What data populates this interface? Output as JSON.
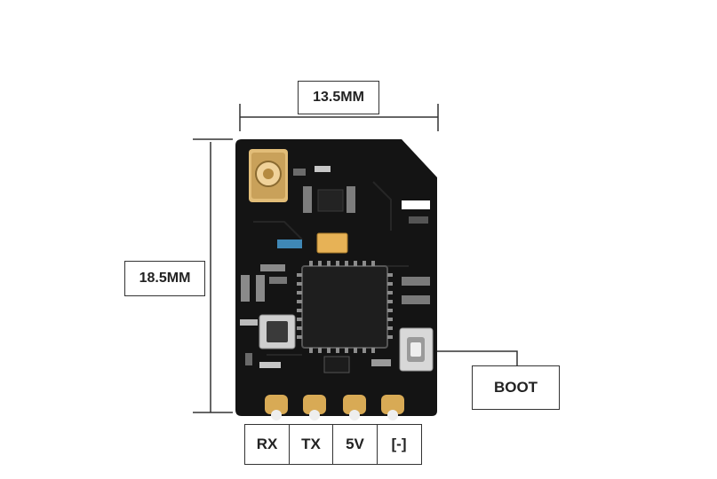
{
  "dimensions": {
    "width_label": "13.5MM",
    "height_label": "18.5MM"
  },
  "callout": {
    "boot_label": "BOOT"
  },
  "pins": [
    "RX",
    "TX",
    "5V",
    "[-]"
  ],
  "colors": {
    "board": "#141414",
    "gold_pad": "#d8aa55",
    "chip": "#1e1e1e",
    "crystal": "#e7b256",
    "annotation_line": "#333333"
  }
}
